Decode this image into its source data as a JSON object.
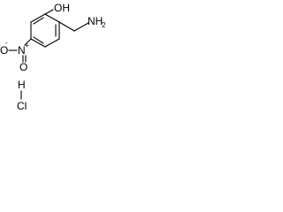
{
  "molecule": {
    "hydroxyl_label": "OH",
    "amine_label": "NH",
    "amine_subscript": "2",
    "nitro_nitrogen": "N",
    "nitro_nitrogen_charge": "+",
    "nitro_oxygen_top": "O",
    "nitro_oxygen_left": "O",
    "nitro_oxygen_charge": "-"
  },
  "salt": {
    "hydrogen_label": "H",
    "chlorine_label": "Cl"
  }
}
